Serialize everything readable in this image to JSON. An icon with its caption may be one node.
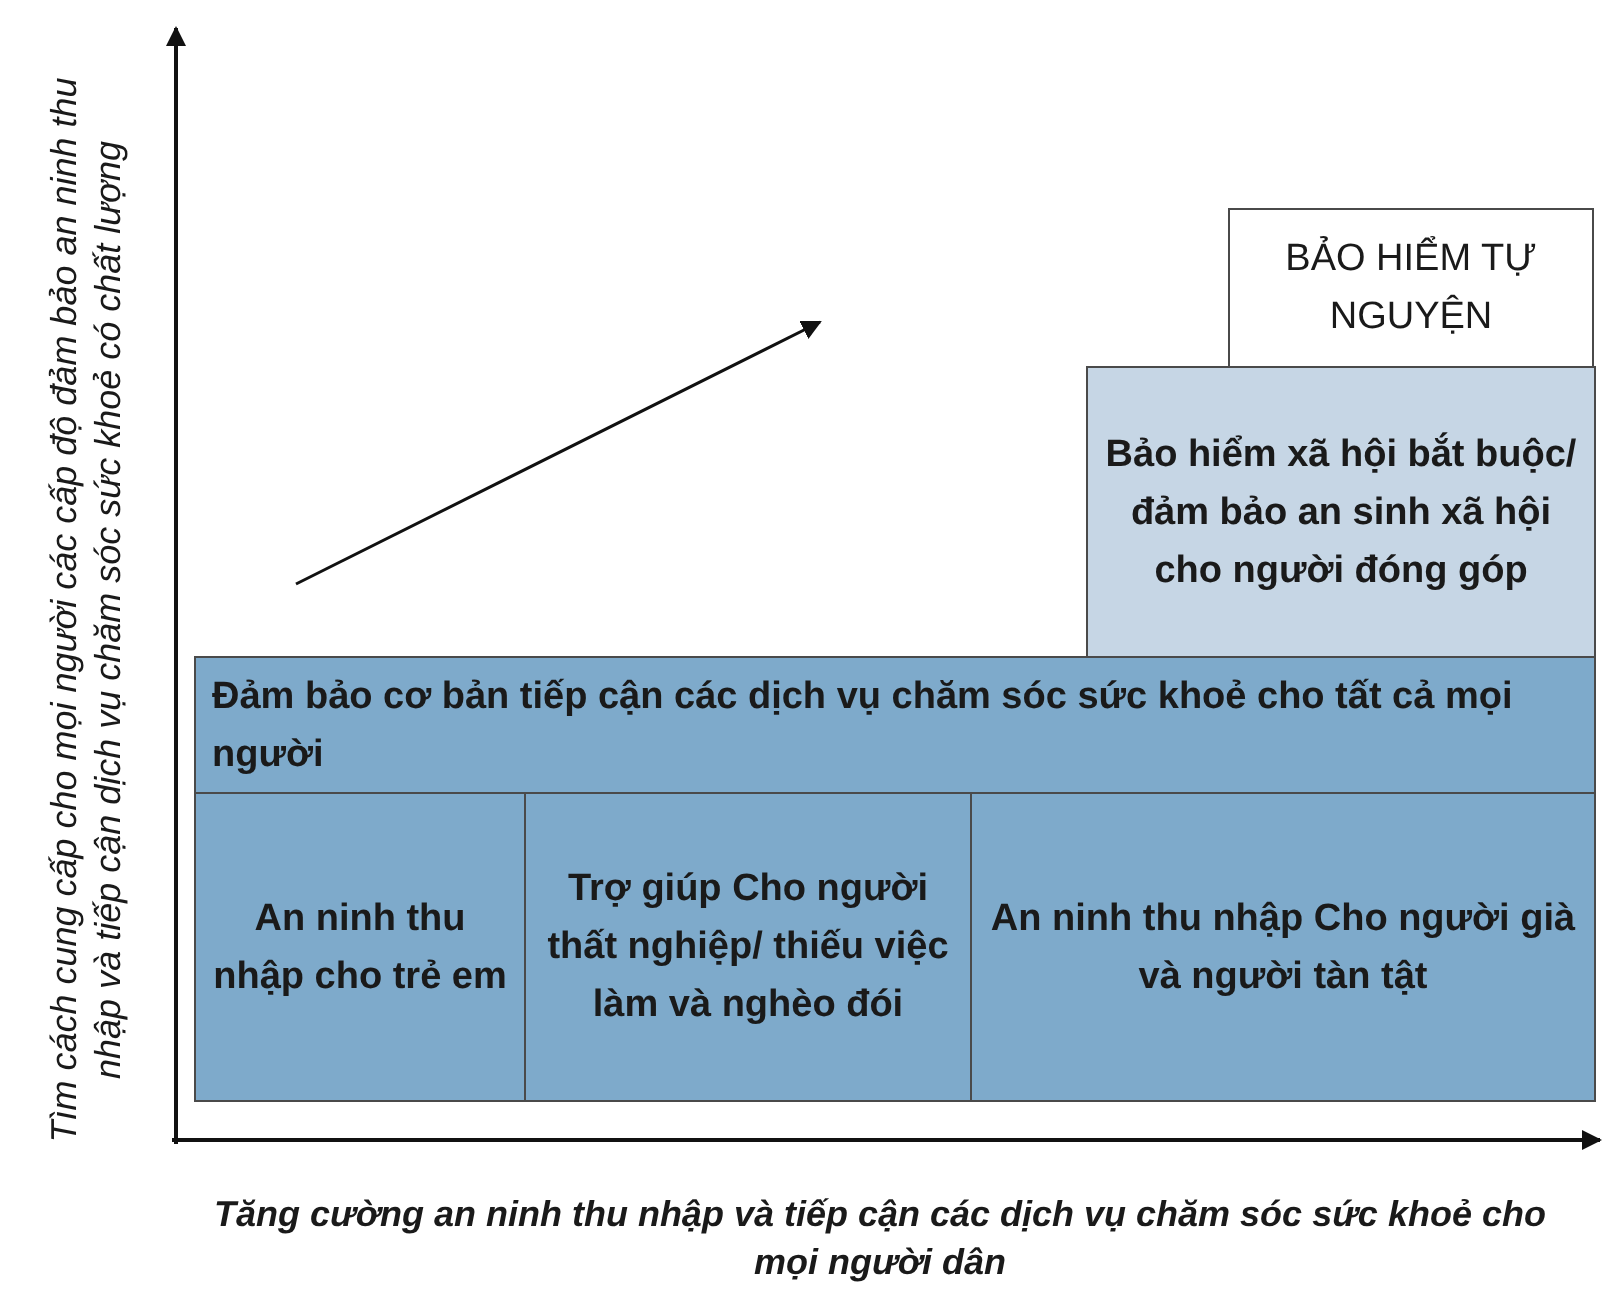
{
  "diagram": {
    "nodes": [
      {
        "text": [
          "BẢO HIỂM TỰ NGUYỆN"
        ]
      },
      {
        "text": [
          "Bảo hiểm xã hội bắt buộc/ đảm bảo an sinh xã hội cho người đóng góp"
        ]
      },
      {
        "text": [
          "Đảm bảo cơ bản tiếp cận các dịch vụ chăm sóc sức khoẻ cho tất cả mọi người"
        ]
      },
      {
        "text": [
          "An ninh thu nhập cho trẻ em"
        ]
      },
      {
        "text": [
          "Trợ giúp Cho người thất nghiệp/ thiếu việc làm và nghèo đói"
        ]
      },
      {
        "text": [
          "An ninh thu nhập Cho người già và người tàn tật"
        ]
      }
    ],
    "edges": [],
    "labels": [
      "Tìm cách cung cấp cho mọi người các cấp độ đảm bảo an ninh thu nhập và tiếp cận dịch vụ chăm sóc sức khoẻ có chất lượng",
      "Tăng cường an ninh thu nhập và tiếp cận các dịch vụ chăm sóc sức khoẻ cho mọi người dân"
    ]
  }
}
